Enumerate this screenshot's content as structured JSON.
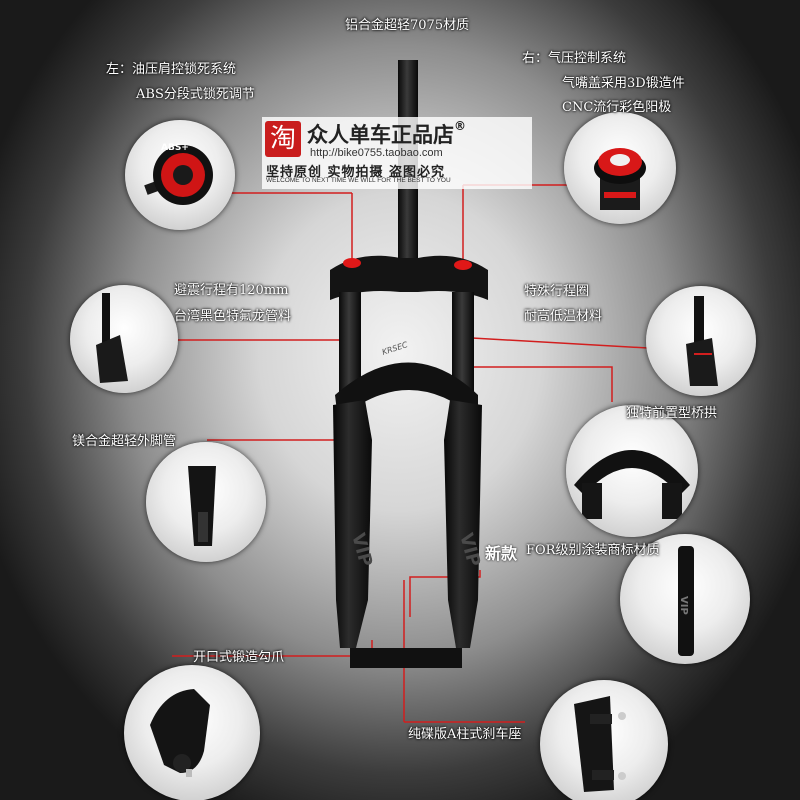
{
  "callouts": {
    "top_material": "铝合金超轻7075材质",
    "left_line1": "左：油压肩控锁死系统",
    "left_line2": "ABS分段式锁死调节",
    "right_line1": "右：气压控制系统",
    "right_line2": "气嘴盖采用3D锻造件",
    "right_line3": "CNC流行彩色阳极",
    "travel_line1": "避震行程有120mm",
    "travel_line2": "台湾黑色特氟龙管料",
    "special_line1": "特殊行程圈",
    "special_line2": "耐高低温材料",
    "bridge": "独特前置型桥拱",
    "lower_legs": "镁合金超轻外脚管",
    "new_bold": "新款",
    "decal": "FOR级别涂装商标材质",
    "dropout": "开口式锻造勾爪",
    "brake_mount": "纯碟版A柱式刹车座"
  },
  "watermark": {
    "logo_char": "淘",
    "store_name": "众人单车正品店",
    "registered": "®",
    "url": "http://bike0755.taobao.com",
    "slogan": "坚持原创 实物拍摄 盗图必究",
    "english": "WELCOME TO NEXT TIME WE WILL FOR THE BEST TO YOU"
  },
  "product_markings": {
    "knob_text": "ABS+",
    "fork_brand": "KRSEC",
    "fork_model": "VIP"
  },
  "colors": {
    "leader_line": "#d21e1e",
    "accent_red": "#e01818",
    "fork_black": "#151515"
  }
}
